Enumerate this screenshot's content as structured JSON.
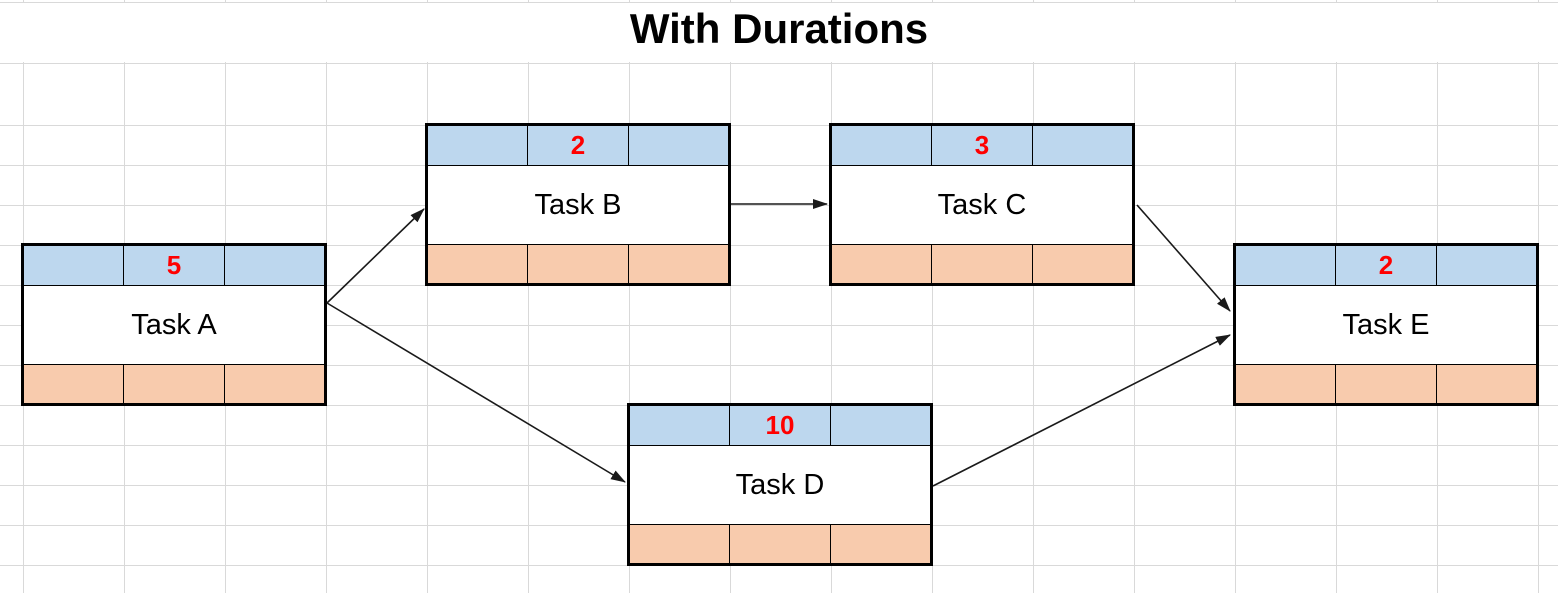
{
  "title": "With Durations",
  "colors": {
    "top_row_fill": "#BDD7EE",
    "bottom_row_fill": "#F8CBAD",
    "duration_text": "#FF0000",
    "node_border": "#000000",
    "grid_line": "#D9D9D9",
    "arrow": "#1A1A1A",
    "title_text": "#000000"
  },
  "nodes": [
    {
      "id": "A",
      "label": "Task A",
      "duration": "5"
    },
    {
      "id": "B",
      "label": "Task B",
      "duration": "2"
    },
    {
      "id": "C",
      "label": "Task C",
      "duration": "3"
    },
    {
      "id": "D",
      "label": "Task D",
      "duration": "10"
    },
    {
      "id": "E",
      "label": "Task E",
      "duration": "2"
    }
  ],
  "edges": [
    {
      "from": "Task A",
      "to": "Task B"
    },
    {
      "from": "Task A",
      "to": "Task D"
    },
    {
      "from": "Task B",
      "to": "Task C"
    },
    {
      "from": "Task C",
      "to": "Task E"
    },
    {
      "from": "Task D",
      "to": "Task E"
    }
  ]
}
